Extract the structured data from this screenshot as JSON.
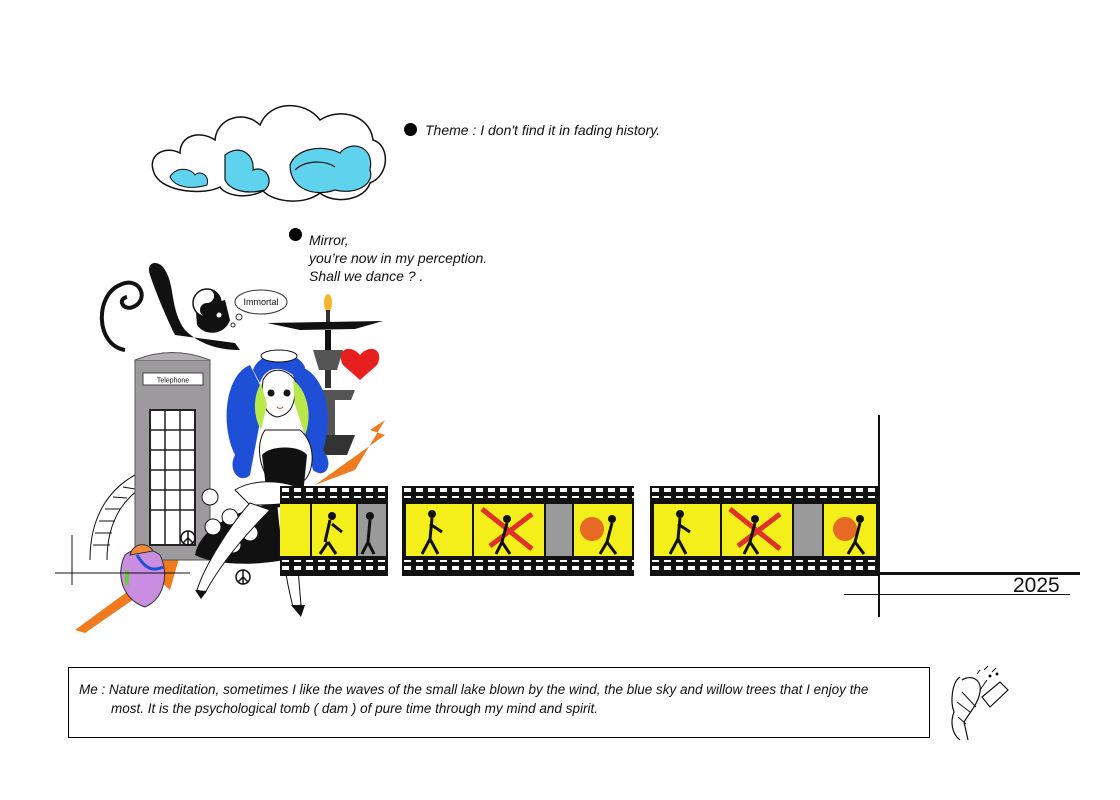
{
  "theme_note": {
    "text": "Theme : I don't find it in fading history."
  },
  "mirror_note": {
    "line1": "Mirror,",
    "line2": "you’re now in my perception.",
    "line3": "Shall we dance ? ."
  },
  "thought_bubble": {
    "text": "Immortal"
  },
  "phone_booth": {
    "sign": "Telephone"
  },
  "year_label": "2025",
  "bottom_note": {
    "line1": "Me : Nature meditation, sometimes I like the waves of the small lake blown by the wind, the blue sky and willow trees that I enjoy the",
    "line2": "most. It is the psychological tomb ( dam ) of pure time through my mind and spirit."
  },
  "colors": {
    "cloud_blue": "#5fd3ee",
    "hair_blue": "#1f4fd6",
    "hair_green": "#b9e84a",
    "film_yellow": "#f4ef1a",
    "film_red": "#e0302a",
    "arrow_orange": "#f07a1e",
    "heart_red": "#e81f1f"
  },
  "icons": [
    "cloud-illustration",
    "cat-icon",
    "yin-yang-icon",
    "lamp-icon",
    "heart-icon",
    "peace-icon",
    "smiley-icon",
    "girl-illustration",
    "film-strip",
    "sketch-figure-icon"
  ]
}
